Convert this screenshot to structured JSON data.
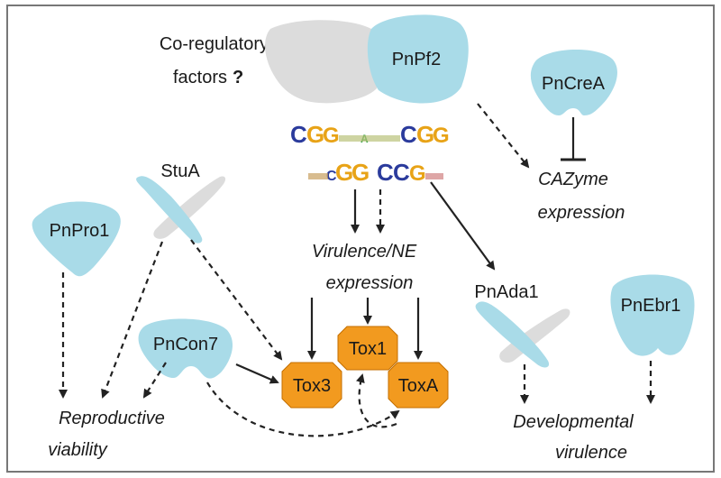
{
  "labels": {
    "coregulatory_line1": "Co-regulatory",
    "coregulatory_line2": "factors",
    "question_mark": "?",
    "pnpf2": "PnPf2",
    "pncrea": "PnCreA",
    "cazyme_line1": "CAZyme",
    "cazyme_line2": "expression",
    "stua": "StuA",
    "pnpro1": "PnPro1",
    "virulence_line1": "Virulence/NE",
    "virulence_line2": "expression",
    "pnada1": "PnAda1",
    "pnebr1": "PnEbr1",
    "pncon7": "PnCon7",
    "tox1": "Tox1",
    "tox3": "Tox3",
    "toxa": "ToxA",
    "reproductive_line1": "Reproductive",
    "reproductive_line2": "viability",
    "developmental_line1": "Developmental",
    "developmental_line2": "virulence"
  },
  "motif": {
    "row1": [
      "C",
      "G",
      "G",
      "A",
      "C",
      "G",
      "G"
    ],
    "row2": [
      "C",
      "G",
      "G",
      "C",
      "C",
      "G"
    ]
  },
  "colors": {
    "protein": "#a9dbe8",
    "cofactor_grey": "#dcdcdc",
    "toxin": "#f29a1f",
    "frame": "#777777",
    "motif_C": "#2b3b9c",
    "motif_G": "#e8a317",
    "motif_A": "#2e9e3e",
    "motif_T": "#d62728"
  }
}
